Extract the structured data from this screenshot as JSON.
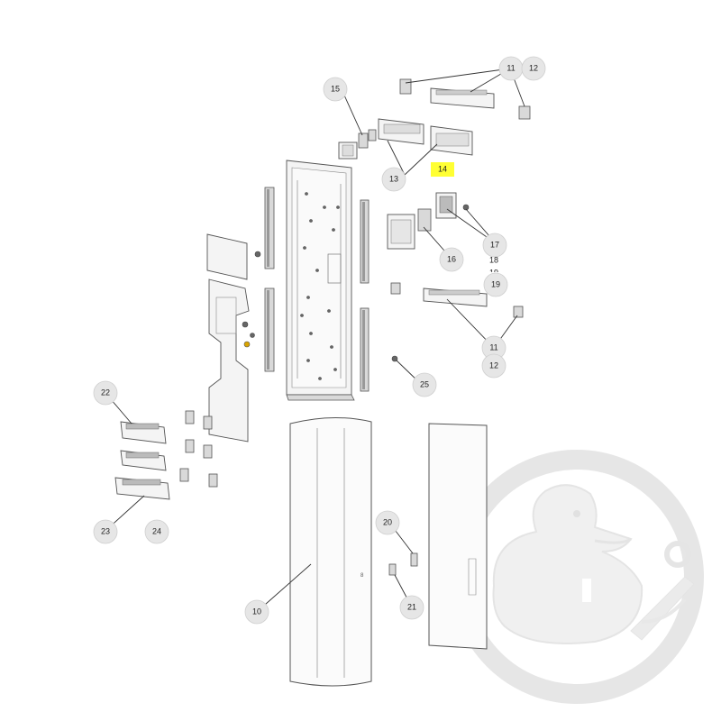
{
  "labels": {
    "l10": "10",
    "l11a": "11",
    "l11b": "11",
    "l12a": "12",
    "l12b": "12",
    "l13": "13",
    "l14": "14",
    "l15": "15",
    "l16": "16",
    "l17": "17",
    "l18": "18",
    "l19a": "19",
    "l19b": "19",
    "l20": "20",
    "l21": "21",
    "l22": "22",
    "l23": "23",
    "l24": "24",
    "l25": "25"
  },
  "highlight_color": "#ffff33",
  "watermark_icon": "rubber-duck-with-wrench-logo"
}
